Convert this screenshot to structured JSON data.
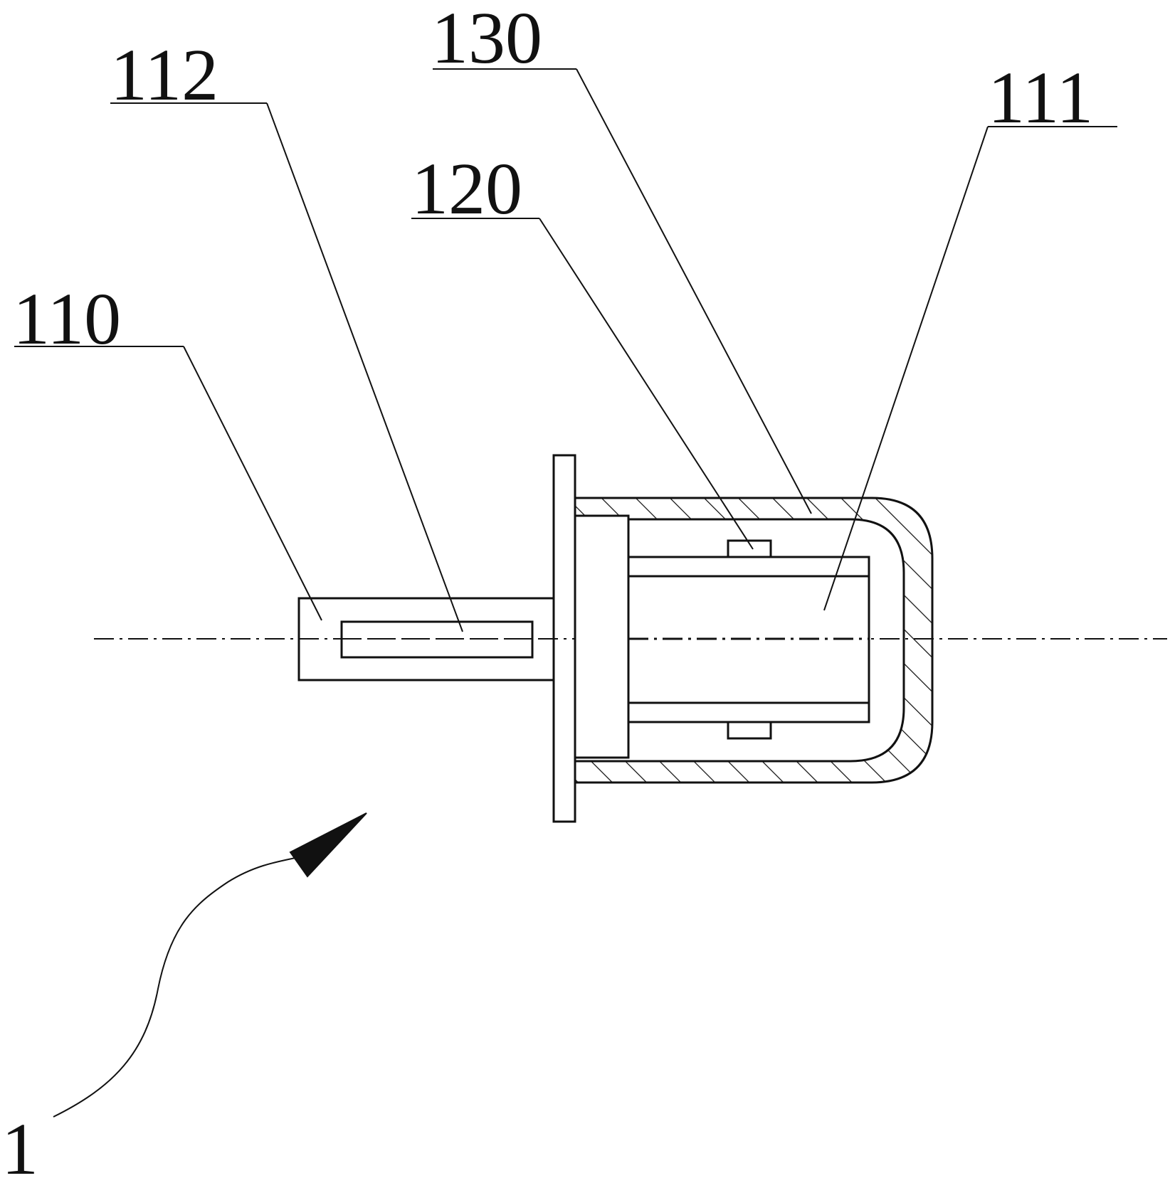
{
  "diagram": {
    "labels": {
      "label_110": "110",
      "label_112": "112",
      "label_120": "120",
      "label_130": "130",
      "label_111": "111",
      "label_1": "1"
    },
    "colors": {
      "stroke": "#111111",
      "background": "#ffffff"
    }
  }
}
